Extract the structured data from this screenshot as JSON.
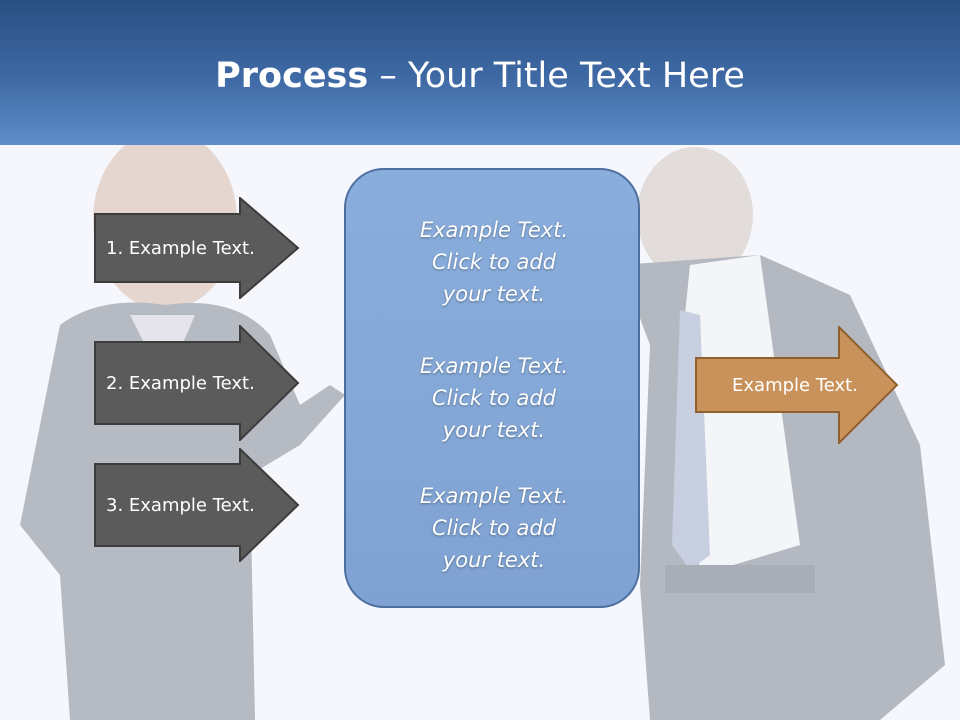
{
  "slide": {
    "title_bold": "Process",
    "title_rest": " – Your Title Text Here"
  },
  "left_arrows": [
    {
      "label": "1. Example Text."
    },
    {
      "label": "2. Example Text."
    },
    {
      "label": "3. Example Text."
    }
  ],
  "center_box": {
    "blocks": [
      {
        "lines": [
          "Example Text.",
          "Click  to add",
          "your text."
        ]
      },
      {
        "lines": [
          "Example Text.",
          "Click  to add",
          "your text."
        ]
      },
      {
        "lines": [
          "Example Text.",
          "Click  to add",
          "your text."
        ]
      }
    ]
  },
  "right_arrow": {
    "label": "Example Text."
  },
  "colors": {
    "header_top": "#2a4f83",
    "header_bottom": "#5e8dc8",
    "left_arrow_fill": "#5b5b5b",
    "center_box_fill": "#84a8d8",
    "right_arrow_fill": "#c8925a"
  }
}
